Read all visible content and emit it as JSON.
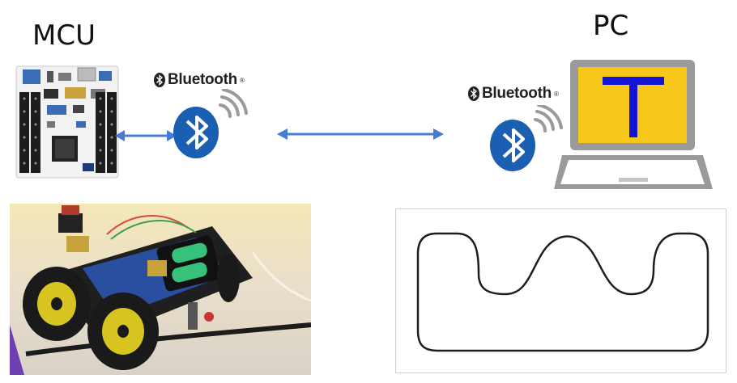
{
  "labels": {
    "mcu": "MCU",
    "pc": "PC"
  },
  "bluetooth": {
    "label": "Bluetooth",
    "mark": "®"
  },
  "laptop": {
    "screen_letter": "T"
  },
  "icons": [
    "mcu-board-icon",
    "bluetooth-icon",
    "signal-waves-icon",
    "laptop-icon",
    "robot-car-photo",
    "track-path-icon"
  ],
  "colors": {
    "bluetooth_blue": "#1b5fb3",
    "arrow_blue": "#4a7bd4",
    "screen_yellow": "#f7c81a",
    "letter_blue": "#1414d4",
    "board_white": "#f2f2f2"
  }
}
